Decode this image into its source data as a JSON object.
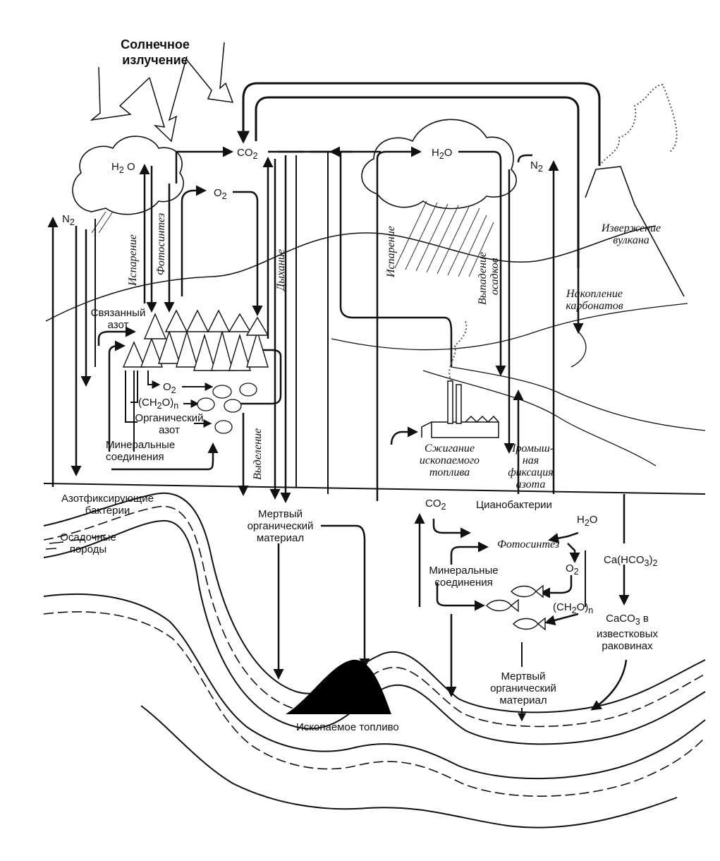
{
  "colors": {
    "ink": "#111111",
    "background": "#ffffff",
    "fossil": "#000000"
  },
  "sun": {
    "line1": "Солнечное",
    "line2": "излучение"
  },
  "atmosphere": {
    "co2": "CO",
    "co2_sub": "2",
    "h2o_left": "H",
    "h2o_left_sub": "2",
    "h2o_left_tail": " O",
    "h2o_right": "H",
    "h2o_right_sub": "2",
    "h2o_right_tail": "O",
    "o2": "O",
    "o2_sub": "2",
    "n2_left": "N",
    "n2_left_sub": "2",
    "n2_right": "N",
    "n2_right_sub": "2"
  },
  "processes": {
    "evaporation_left": "Испарение",
    "photosynthesis": "Фотосинтез",
    "respiration": "Дыхание",
    "excretion": "Выделение",
    "evaporation_right": "Испарение",
    "precipitation_1": "Выпадение",
    "precipitation_2": "осадков"
  },
  "land": {
    "bound_nitrogen_1": "Связанный",
    "bound_nitrogen_2": "азот",
    "o2": "O",
    "o2_sub": "2",
    "ch2o_a": "(CH",
    "ch2o_sub": "2",
    "ch2o_b": "O)",
    "ch2o_n": "n",
    "organic_nitrogen_1": "Органический",
    "organic_nitrogen_2": "азот",
    "mineral_1": "Минеральные",
    "mineral_2": "соединения",
    "nitrogen_fixers_1": "Азотфиксирующие",
    "nitrogen_fixers_2": "бактерии",
    "sedimentary_1": "Осадочные",
    "sedimentary_2": "породы",
    "dead_matter_1": "Мертвый",
    "dead_matter_2": "органический",
    "dead_matter_3": "материал",
    "fossil_fuel": "Ископаемое топливо"
  },
  "right": {
    "volcano_1": "Извержение",
    "volcano_2": "вулкана",
    "carbonates_1": "Накопление",
    "carbonates_2": "карбонатов",
    "combustion_1": "Сжигание",
    "combustion_2": "ископаемого",
    "combustion_3": "топлива",
    "industrial_1": "Промыш-",
    "industrial_2": "ная",
    "industrial_3": "фиксация",
    "industrial_4": "азота"
  },
  "ocean": {
    "co2": "CO",
    "co2_sub": "2",
    "cyanobacteria": "Цианобактерии",
    "h2o": "H",
    "h2o_sub": "2",
    "h2o_tail": "O",
    "photosynthesis": "Фотосинтез",
    "o2": "O",
    "o2_sub": "2",
    "mineral_1": "Минеральные",
    "mineral_2": "соединения",
    "ch2o_a": "(CH",
    "ch2o_sub": "2",
    "ch2o_b": "O)",
    "ch2o_n": "n",
    "bicarbonate_a": "Ca(HCO",
    "bicarbonate_sub": "3",
    "bicarbonate_b": ")",
    "bicarbonate_sub2": "2",
    "caco3_a": "CaCO",
    "caco3_sub": "3",
    "caco3_b": " в",
    "caco3_2": "известковых",
    "caco3_3": "раковинах",
    "dead_matter_1": "Мертвый",
    "dead_matter_2": "органический",
    "dead_matter_3": "материал"
  }
}
